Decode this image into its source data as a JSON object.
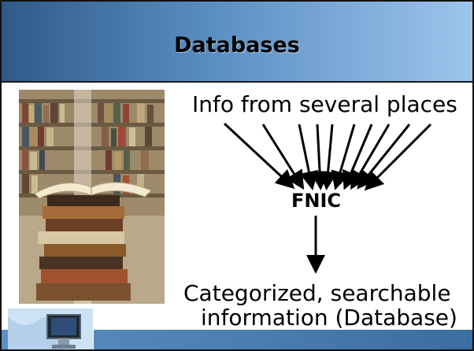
{
  "slide": {
    "title": "Databases"
  },
  "diagram": {
    "source_label": "Info from several places",
    "hub_label": "FNIC",
    "output_label_line1": "Categorized, searchable",
    "output_label_line2": "information (Database)"
  },
  "icons": {
    "photo": "library-books-photo",
    "monitor": "computer-monitor-icon"
  }
}
